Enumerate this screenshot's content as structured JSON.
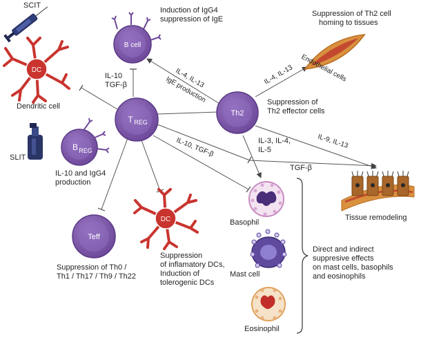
{
  "routes": {
    "scit": "SCIT",
    "slit": "SLIT"
  },
  "cells": {
    "treg_main": "T",
    "treg_sub": "REG",
    "breg_main": "B",
    "breg_sub": "REG",
    "bcell": "B cell",
    "th2": "Th2",
    "teff": "Teff",
    "dc": "DC"
  },
  "labels": {
    "dendritic_cell": "Dendritic cell",
    "igg4_line1": "Induction of IgG4",
    "igg4_line2": "suppression of IgE",
    "il10_tgfb_1": "IL-10",
    "il10_tgfb_2": "TGF-β",
    "il4_il13_ige_1": "IL-4, IL-13",
    "il4_il13_ige_2": "IgE production",
    "th2_homing_1": "Suppression of Th2 cell",
    "th2_homing_2": "homing to tissues",
    "endothelial": "Endothelial cells",
    "il4_il13_endo": "IL-4, IL-13",
    "th2_effector_1": "Suppression of",
    "th2_effector_2": "Th2 effector cells",
    "breg_prod_1": "IL-10 and IgG4",
    "breg_prod_2": "production",
    "il10_tgfb_baso": "IL-10, TGF-β",
    "il3_1": "IL-3, IL-4,",
    "il3_2": "IL-5",
    "il9_il13": "IL-9, IL-13",
    "tgfb": "TGF-β",
    "tissue_remodeling": "Tissue remodeling",
    "basophil": "Basophil",
    "mast_cell": "Mast cell",
    "eosinophil": "Eosinophil",
    "direct_1": "Direct and indirect",
    "direct_2": "suppresive effects",
    "direct_3": "on mast cells, basophils",
    "direct_4": "and eosinophils",
    "teff_supp_1": "Suppression of Th0 /",
    "teff_supp_2": "Th1 / Th17 / Th9 / Th22",
    "dc_supp_1": "Suppression",
    "dc_supp_2": "of inflamatory DCs,",
    "dc_supp_3": "Induction of",
    "dc_supp_4": "tolerogenic DCs"
  },
  "colors": {
    "purple": "#7a55a6",
    "purple_dark": "#5b3b86",
    "dc_red": "#c9342f",
    "navy": "#2a3566",
    "tissue": "#d9913e"
  }
}
